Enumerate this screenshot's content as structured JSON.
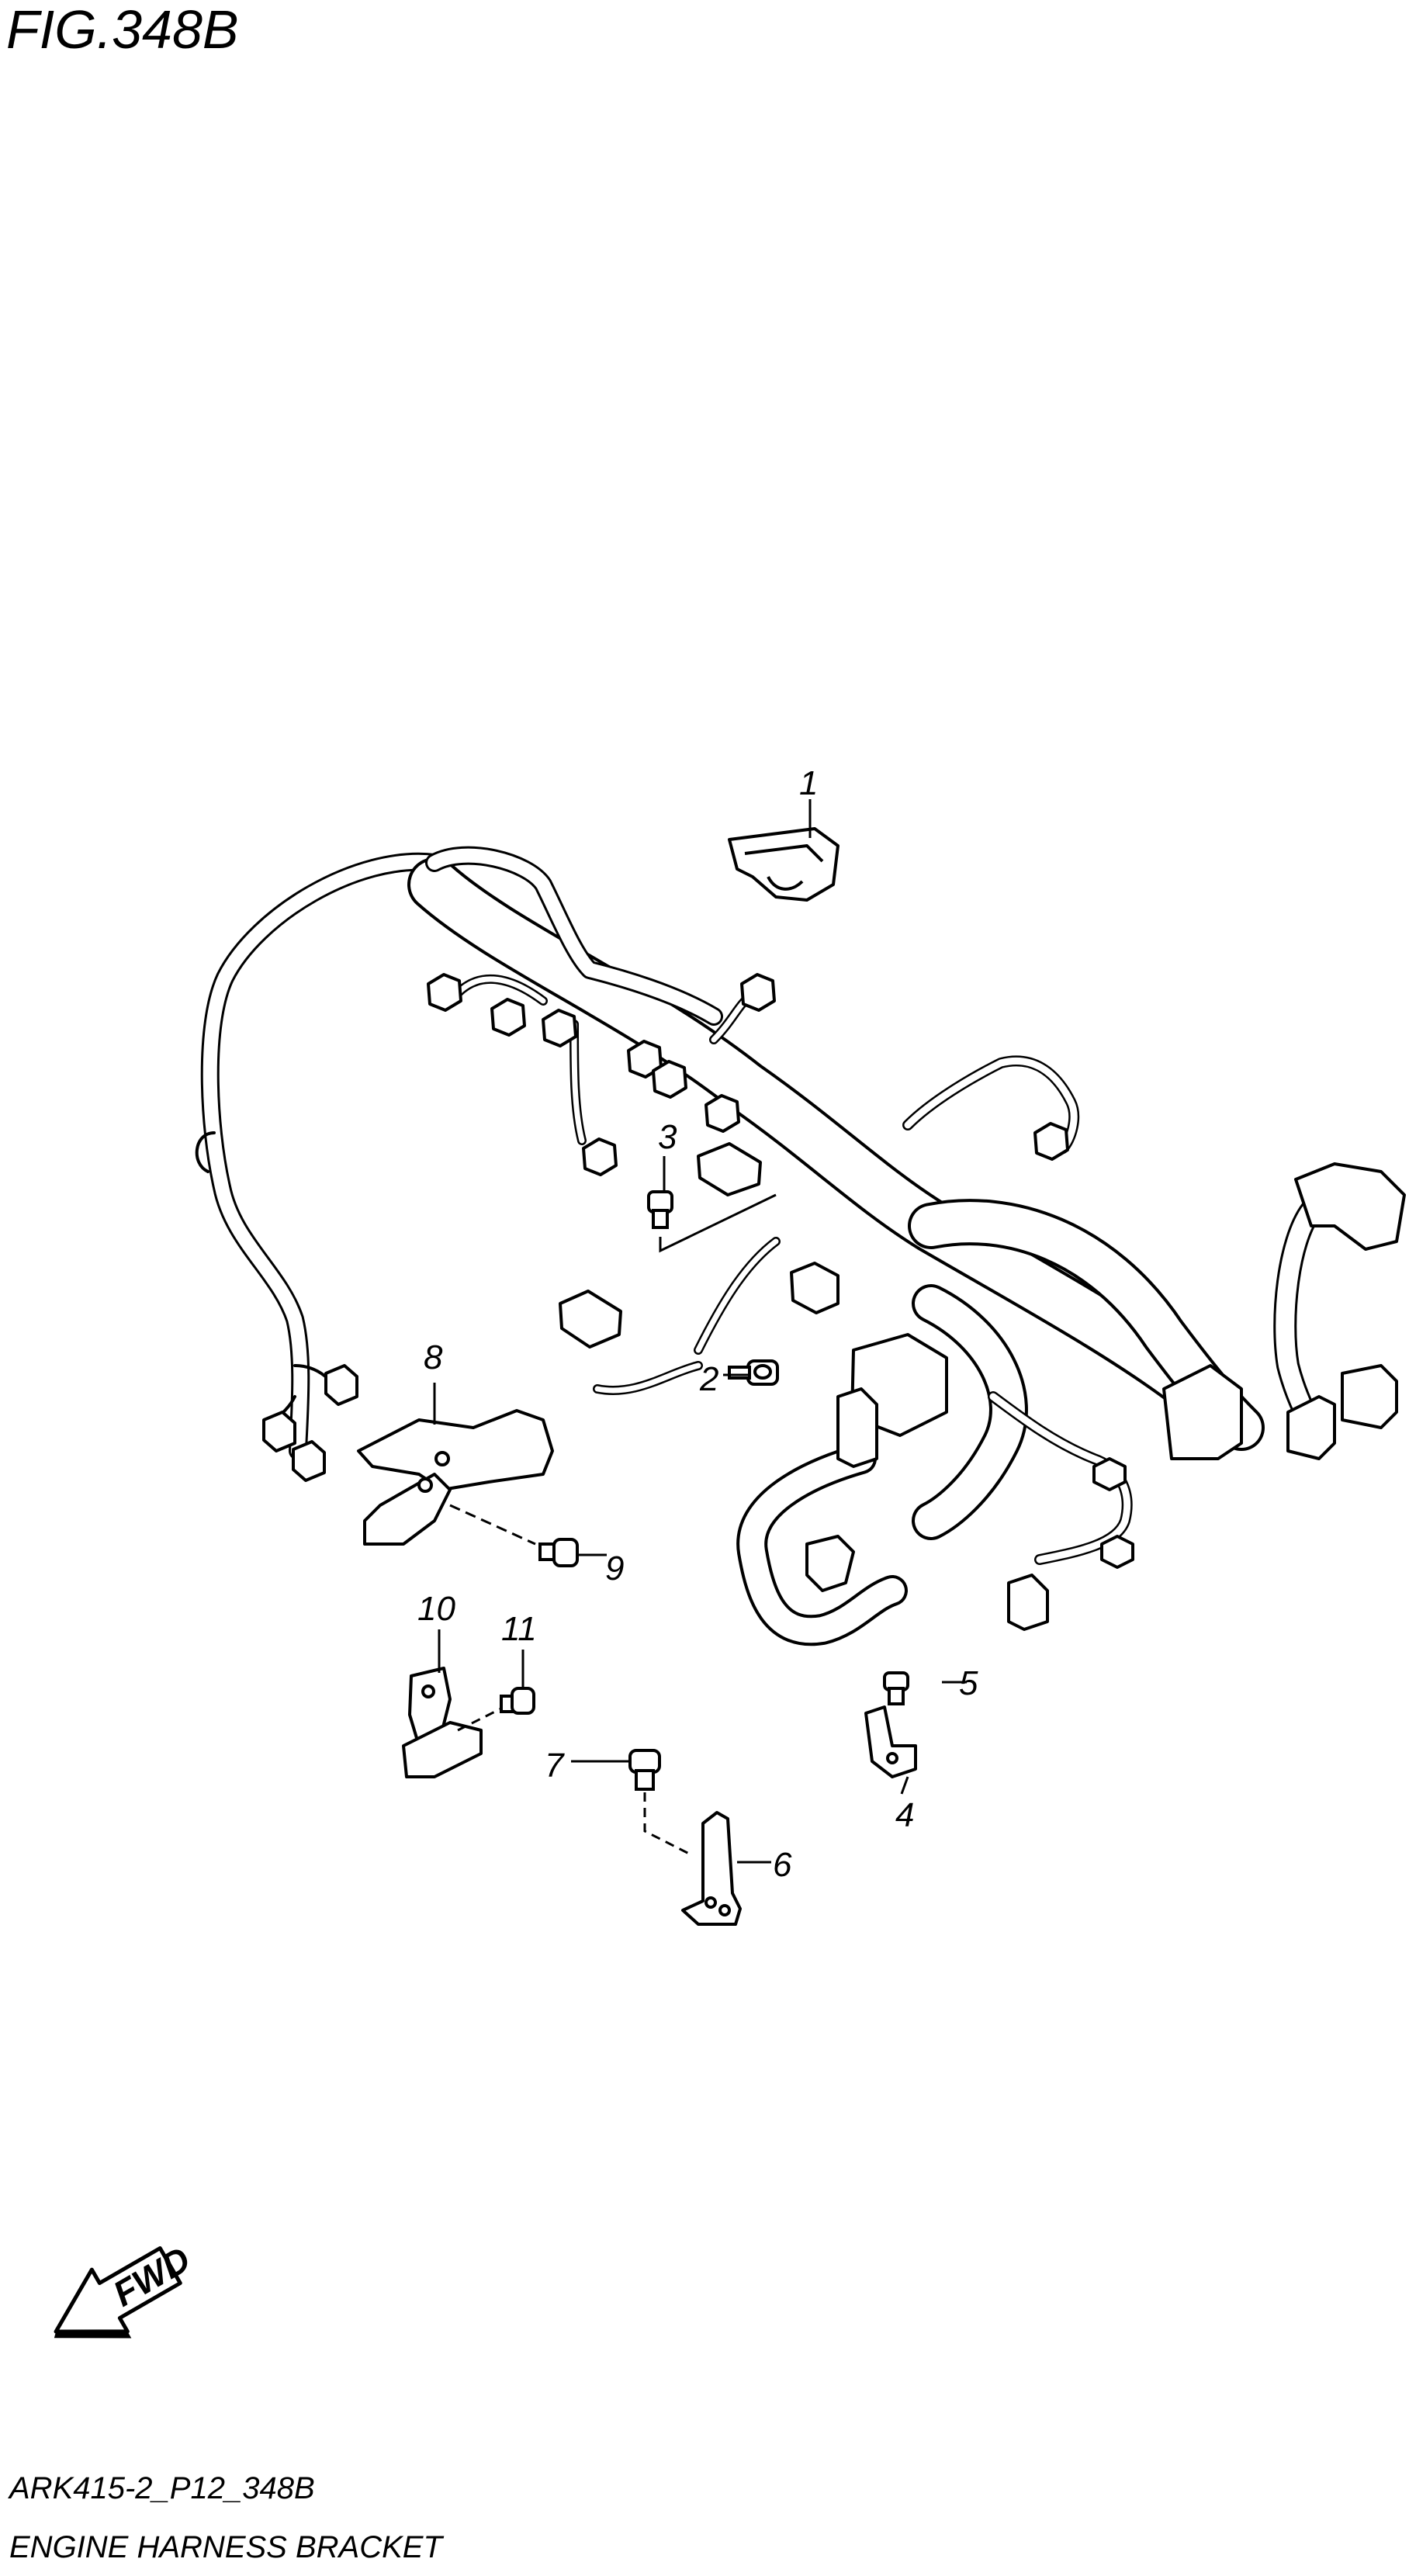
{
  "header": {
    "figure_title": "FIG.348B"
  },
  "footer": {
    "code": "ARK415-2_P12_348B",
    "caption": "ENGINE HARNESS BRACKET"
  },
  "fwd_label": "FWD",
  "callouts": [
    {
      "id": "1",
      "label": "1"
    },
    {
      "id": "2",
      "label": "2"
    },
    {
      "id": "3",
      "label": "3"
    },
    {
      "id": "4",
      "label": "4"
    },
    {
      "id": "5",
      "label": "5"
    },
    {
      "id": "6",
      "label": "6"
    },
    {
      "id": "7",
      "label": "7"
    },
    {
      "id": "8",
      "label": "8"
    },
    {
      "id": "9",
      "label": "9"
    },
    {
      "id": "10",
      "label": "10"
    },
    {
      "id": "11",
      "label": "11"
    }
  ],
  "colors": {
    "ink": "#000000",
    "paper": "#ffffff"
  }
}
